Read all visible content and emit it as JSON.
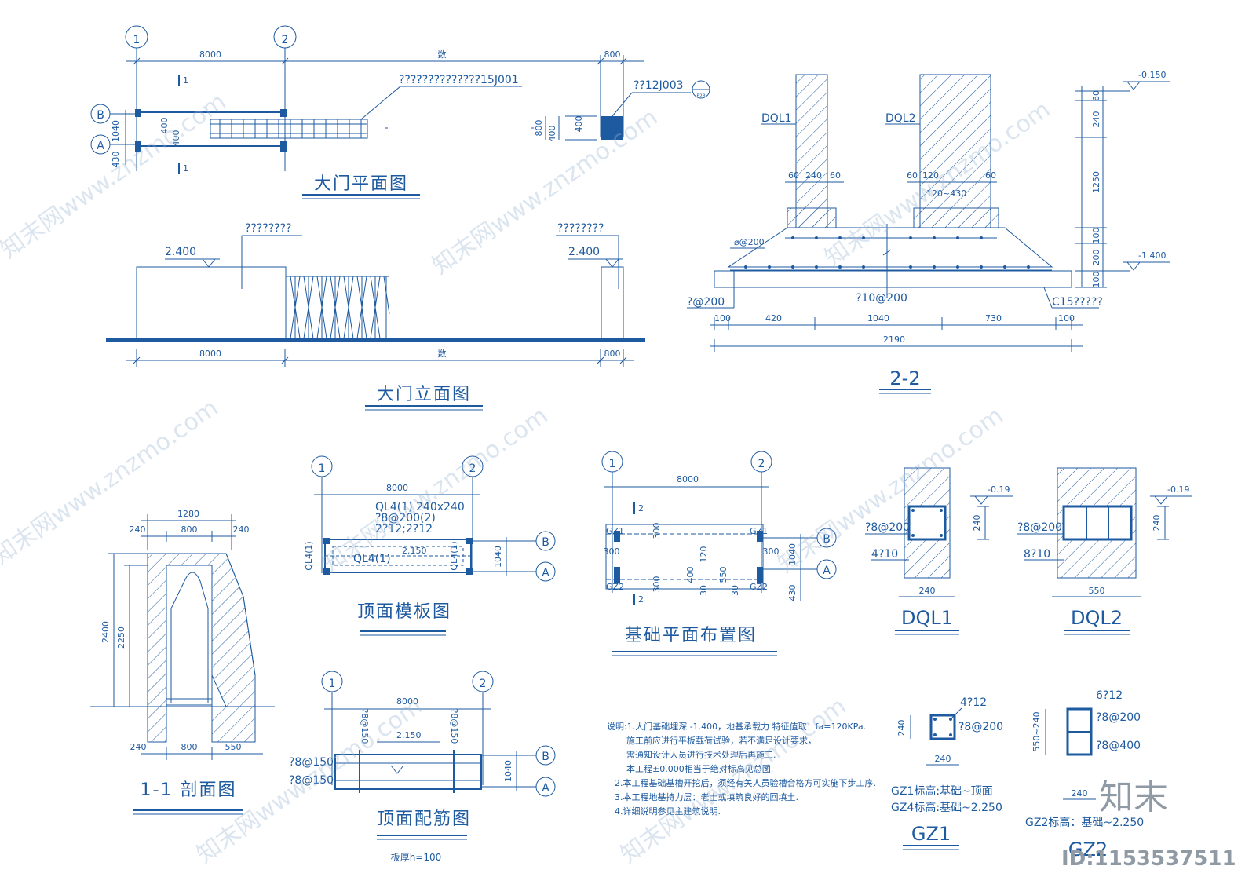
{
  "axes": {
    "a1": "1",
    "a2": "2",
    "rowA": "A",
    "rowB": "B"
  },
  "gate_plan": {
    "title": "大门平面图",
    "dim_8000": "8000",
    "dim_var": "数",
    "dim_800": "800",
    "leader1": "??????????????15J001",
    "leader2": "??12J003",
    "tag": "P23",
    "d1040": "1040",
    "d430": "430",
    "d400": "400",
    "d800": "800",
    "cut": "1"
  },
  "elevation": {
    "title": "大门立面图",
    "lvl_left": "2.400",
    "lvl_right": "2.400",
    "leader_left": "????????",
    "leader_right": "????????",
    "dim_8000": "8000",
    "dim_var": "数",
    "dim_800": "800"
  },
  "section22": {
    "title": "2-2",
    "dql1": "DQL1",
    "dql2": "DQL2",
    "lvl_top": "-0.150",
    "lvl_bot": "-1.400",
    "d60a": "60",
    "d240": "240",
    "d60b": "60",
    "d60c": "60",
    "d120": "120",
    "d60d": "60",
    "d120_430": "120~430",
    "r200": "⌀@200",
    "r_a": "?@200",
    "r_b": "?10@200",
    "conc": "C15?????",
    "b100a": "100",
    "b420": "420",
    "b1040": "1040",
    "b730": "730",
    "b100b": "100",
    "b2190": "2190",
    "v60": "60",
    "v240": "240",
    "v1250": "1250",
    "v100a": "100",
    "v200": "200",
    "v100b": "100"
  },
  "roof_form": {
    "title": "顶面模板图",
    "dim": "8000",
    "l1": "QL4(1) 240x240",
    "l2": "?8@200(2)",
    "l3": "2?12;2?12",
    "lvl": "2.150",
    "inner": "QL4(1)",
    "side1": "QL4(1)",
    "side2": "QL4(1)",
    "d1040": "1040"
  },
  "roof_rebar": {
    "title": "顶面配筋图",
    "dim": "8000",
    "v1": "?8@150",
    "v2": "?8@150",
    "h1": "?8@150",
    "h2": "?8@150",
    "lvl": "2.150",
    "d1040": "1040",
    "thickness": "板厚h=100"
  },
  "foundation": {
    "title": "基础平面布置图",
    "dim": "8000",
    "gz1a": "GZ1",
    "gz1b": "GZ1",
    "gz2a": "GZ2",
    "gz2b": "GZ2",
    "cut": "2",
    "d300a": "300",
    "d300b": "300",
    "d300c": "300",
    "d300d": "300",
    "d120": "120",
    "d400": "400",
    "d550": "550",
    "d30a": "30",
    "d30b": "30",
    "d1040": "1040",
    "d430": "430"
  },
  "section11": {
    "title": "1-1 剖面图",
    "d1280": "1280",
    "d240a": "240",
    "d800": "800",
    "d240b": "240",
    "v2400": "2400",
    "v2250": "2250",
    "b240": "240",
    "b800": "800",
    "b550": "550"
  },
  "dql1": {
    "title": "DQL1",
    "r1": "?8@200",
    "r2": "4?10",
    "lvl": "-0.19",
    "h": "240",
    "w": "240"
  },
  "dql2": {
    "title": "DQL2",
    "r1": "?8@200",
    "r2": "8?10",
    "lvl": "-0.19",
    "h": "240",
    "w": "550"
  },
  "gz1": {
    "title": "GZ1",
    "r1": "4?12",
    "r2": "?8@200",
    "h": "240",
    "w": "240",
    "note1": "GZ1标高:基础~顶面",
    "note2": "GZ4标高:基础~2.250"
  },
  "gz2": {
    "title": "GZ2",
    "r1": "6?12",
    "r2": "?8@200",
    "r3": "?8@400",
    "h": "550~240",
    "w": "240",
    "note": "GZ2标高：基础~2.250"
  },
  "notes": [
    "说明:1.大门基础埋深 -1.400，地基承载力    特征值取：fa=120KPa.",
    "施工前应进行平板载荷试验，若不满足设计要求，",
    "需通知设计人员进行技术处理后再施工.",
    "本工程±0.000相当于绝对标高见总图.",
    "2.本工程基础基槽开挖后，须经有关人员验槽合格方可实施下步工序.",
    "3.本工程地基持力层：老土或填筑良好的回填土.",
    "4.详细说明参见主建筑说明."
  ],
  "watermark": {
    "text": "知末网www.znzmo.com",
    "brand": "知末",
    "id": "ID:1153537511"
  }
}
